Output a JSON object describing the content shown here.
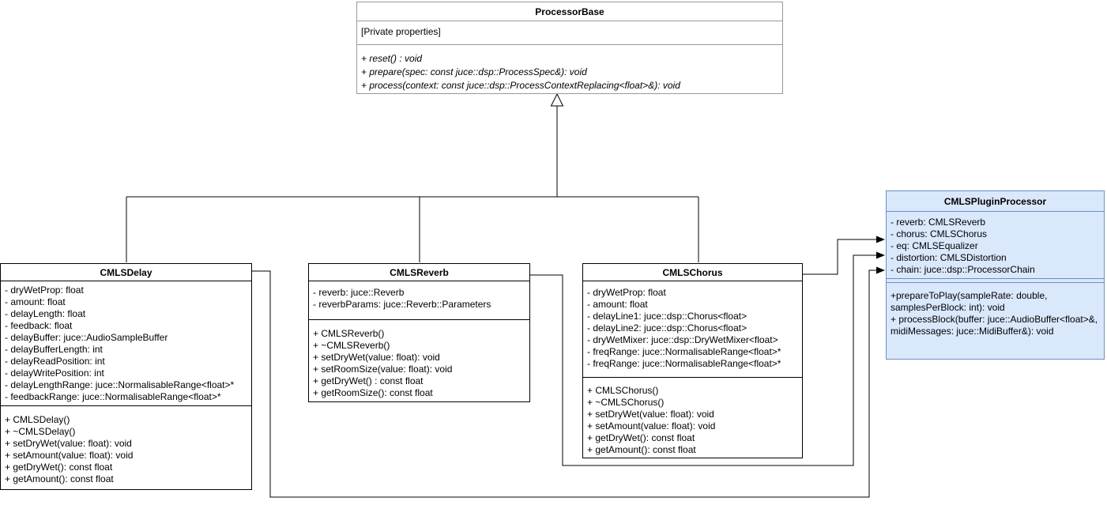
{
  "diagram_title": "JUCE audio plugin processors UML class diagram",
  "colors": {
    "plain_fill": "#ffffff",
    "plain_border": "#000000",
    "base_class_border": "#999999",
    "highlight_fill": "#dae8fc",
    "highlight_border": "#6c8ebf",
    "connector": "#000000"
  },
  "classes": {
    "processor_base": {
      "name": "ProcessorBase",
      "properties_note": "[Private properties]",
      "methods": [
        "+ reset() : void",
        "+ prepare(spec: const juce::dsp::ProcessSpec&): void",
        "+ process(context: const juce::dsp::ProcessContextReplacing<float>&): void"
      ]
    },
    "cmls_delay": {
      "name": "CMLSDelay",
      "attributes": [
        "- dryWetProp: float",
        "- amount: float",
        "- delayLength: float",
        "- feedback: float",
        "- delayBuffer: juce::AudioSampleBuffer",
        "- delayBufferLength: int",
        "- delayReadPosition: int",
        "- delayWritePosition: int",
        "- delayLengthRange: juce::NormalisableRange<float>*",
        "- feedbackRange: juce::NormalisableRange<float>*"
      ],
      "methods": [
        "+ CMLSDelay()",
        "+ ~CMLSDelay()",
        "+ setDryWet(value: float): void",
        "+ setAmount(value: float): void",
        "+ getDryWet(): const float",
        "+ getAmount(): const float"
      ]
    },
    "cmls_reverb": {
      "name": "CMLSReverb",
      "attributes": [
        "- reverb: juce::Reverb",
        "- reverbParams: juce::Reverb::Parameters"
      ],
      "methods": [
        "+ CMLSReverb()",
        "+ ~CMLSReverb()",
        "+ setDryWet(value: float): void",
        "+ setRoomSize(value: float): void",
        "+ getDryWet() : const float",
        "+ getRoomSize(): const float"
      ]
    },
    "cmls_chorus": {
      "name": "CMLSChorus",
      "attributes": [
        "- dryWetProp: float",
        "- amount: float",
        "- delayLine1: juce::dsp::Chorus<float>",
        "- delayLine2: juce::dsp::Chorus<float>",
        "- dryWetMixer: juce::dsp::DryWetMixer<float>",
        "- freqRange: juce::NormalisableRange<float>*",
        "- freqRange: juce::NormalisableRange<float>*"
      ],
      "methods": [
        "+ CMLSChorus()",
        "+ ~CMLSChorus()",
        "+ setDryWet(value: float): void",
        "+ setAmount(value: float): void",
        "+ getDryWet(): const float",
        "+ getAmount(): const float"
      ]
    },
    "cmls_plugin_processor": {
      "name": "CMLSPluginProcessor",
      "attributes": [
        "- reverb: CMLSReverb",
        "- chorus: CMLSChorus",
        "- eq: CMLSEqualizer",
        "- distortion: CMLSDistortion",
        "- chain: juce::dsp::ProcessorChain"
      ],
      "methods": [
        "+prepareToPlay(sampleRate: double,",
        "samplesPerBlock: int): void",
        "+ processBlock(buffer: juce::AudioBuffer<float>&,",
        "midiMessages: juce::MidiBuffer&): void"
      ]
    }
  },
  "relationships": [
    {
      "type": "inheritance",
      "from": "CMLSDelay",
      "to": "ProcessorBase"
    },
    {
      "type": "inheritance",
      "from": "CMLSReverb",
      "to": "ProcessorBase"
    },
    {
      "type": "inheritance",
      "from": "CMLSChorus",
      "to": "ProcessorBase"
    },
    {
      "type": "association",
      "from": "CMLSDelay",
      "to": "CMLSPluginProcessor"
    },
    {
      "type": "association",
      "from": "CMLSReverb",
      "to": "CMLSPluginProcessor"
    },
    {
      "type": "association",
      "from": "CMLSChorus",
      "to": "CMLSPluginProcessor"
    }
  ]
}
